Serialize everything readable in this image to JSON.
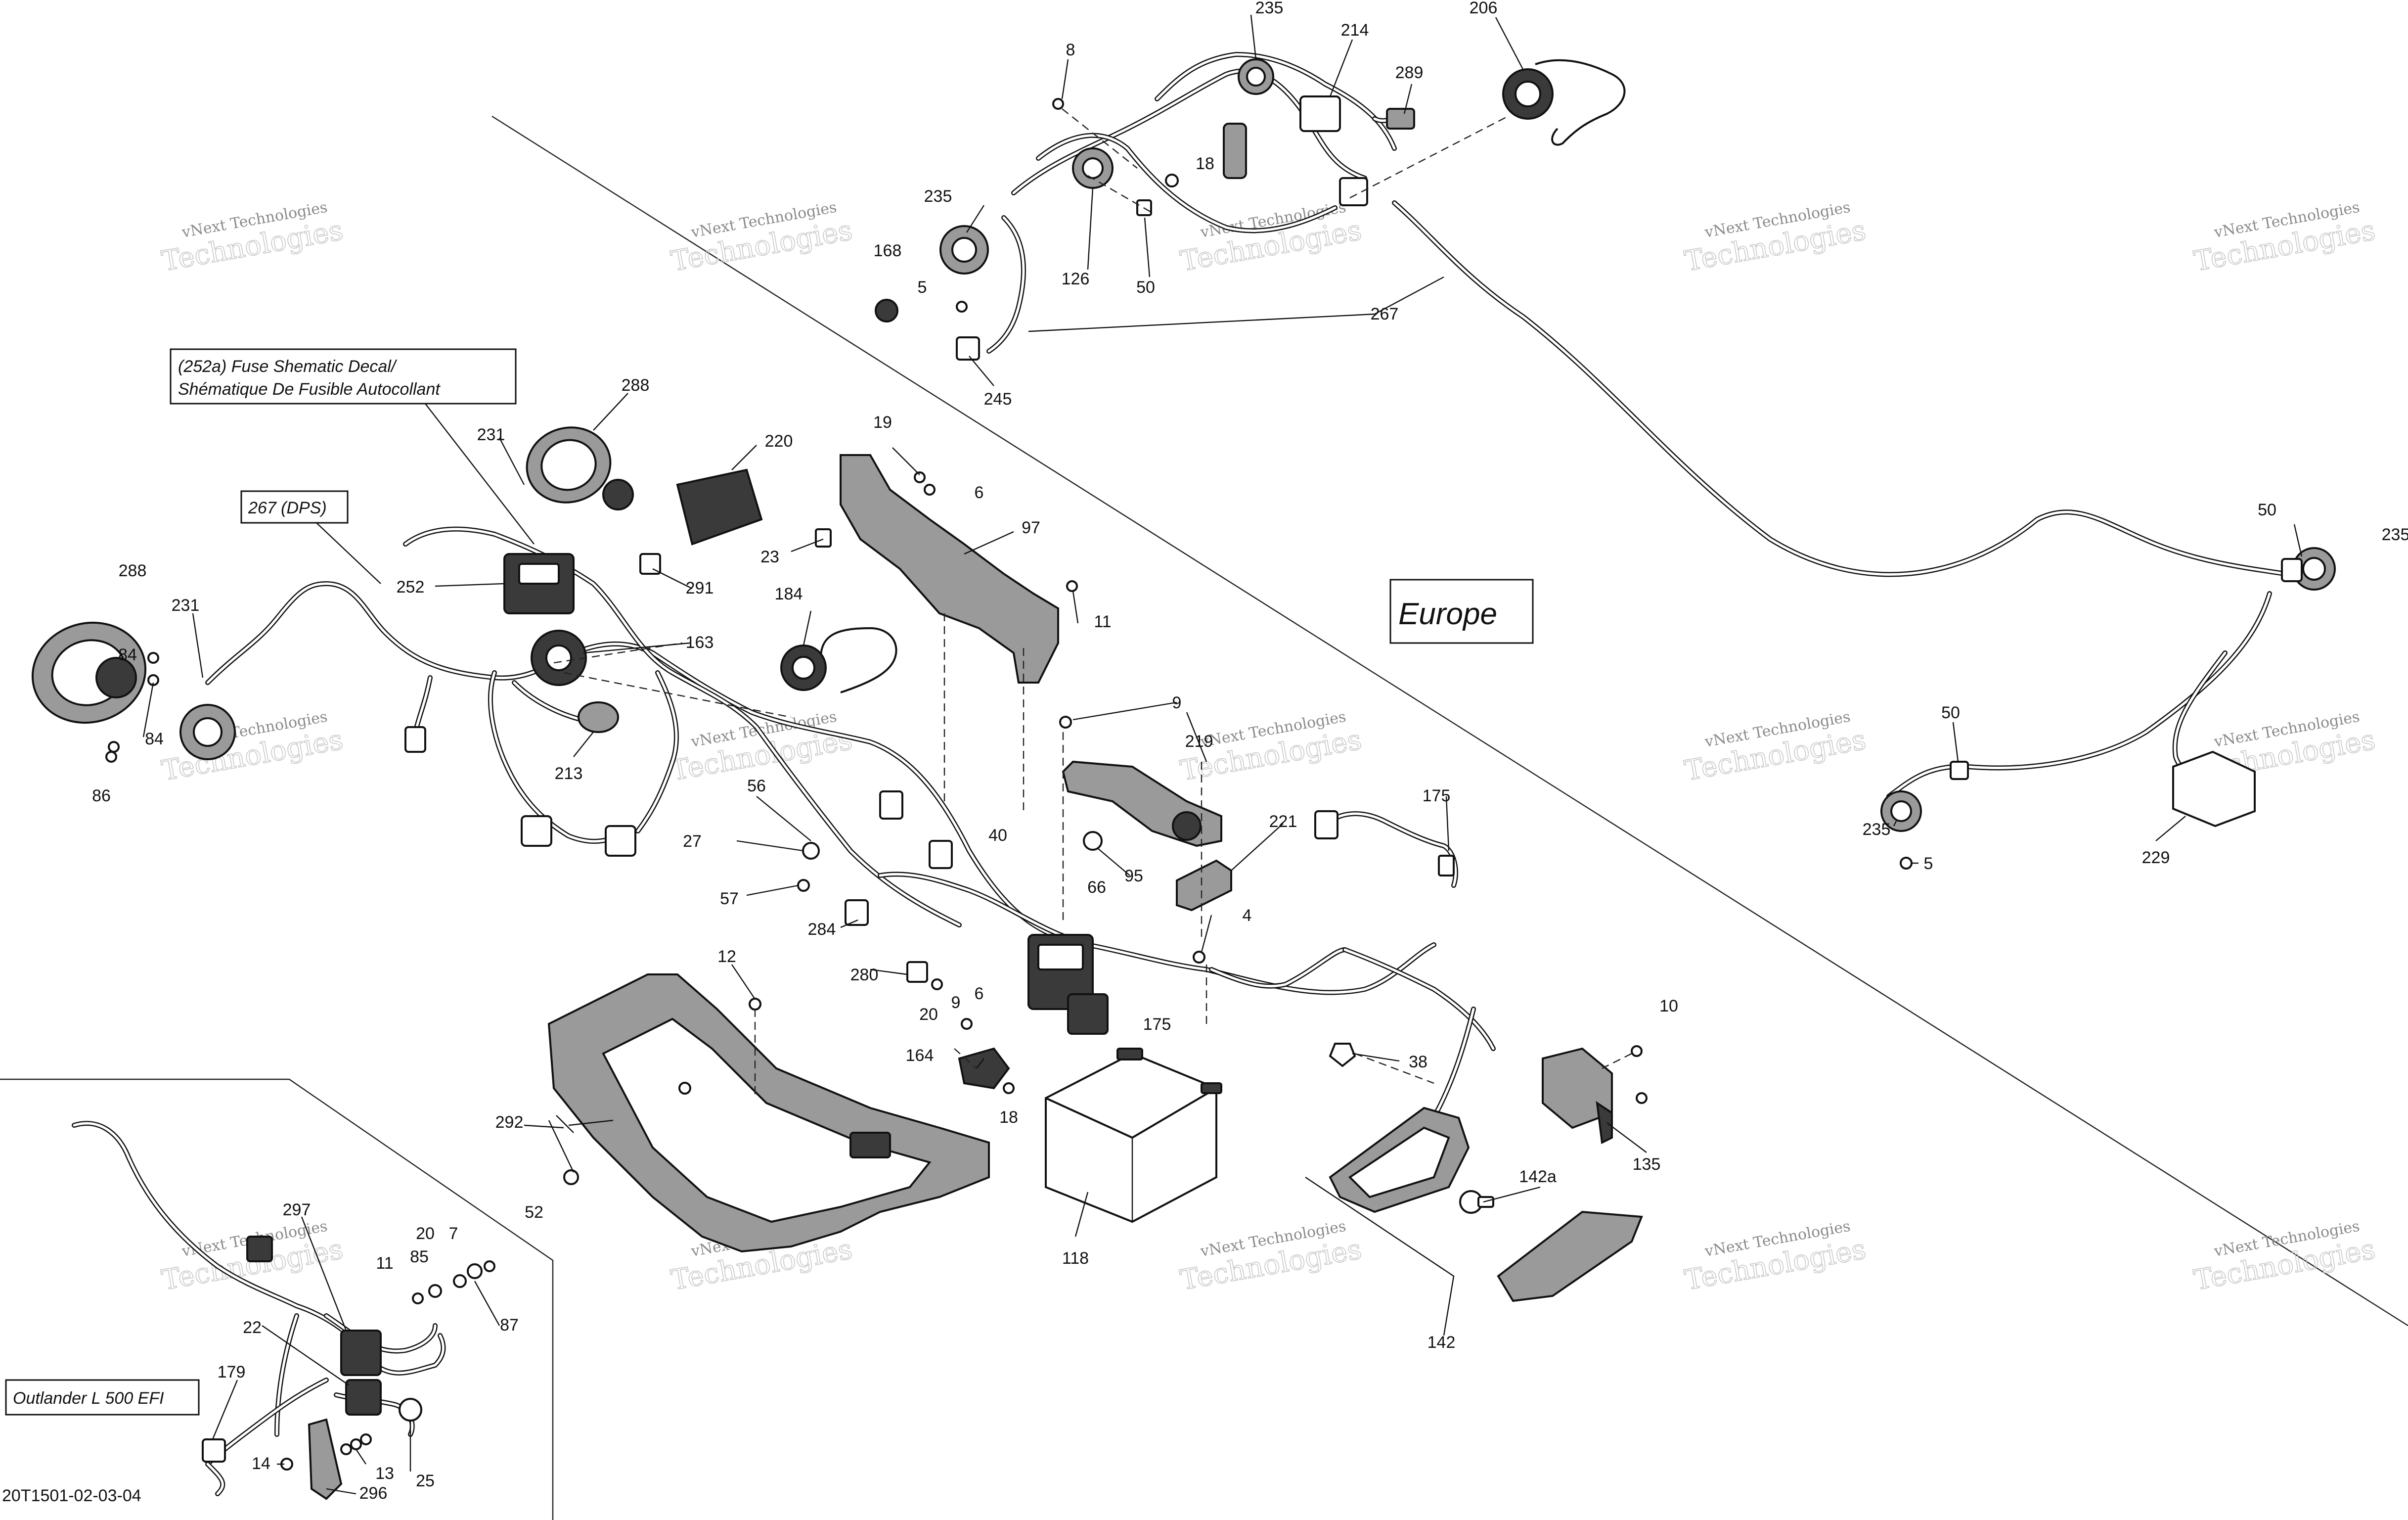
{
  "diagram": {
    "notes": {
      "fuse_decal_line1": "(252a) Fuse Shematic Decal/",
      "fuse_decal_line2": "Shématique De Fusible Autocollant",
      "dps": "267 (DPS)",
      "region": "Europe",
      "model": "Outlander L 500 EFI",
      "drawing_code": "20T1501-02-03-04"
    },
    "watermark": {
      "line1": "vNext Technologies",
      "line2": "Technologies"
    },
    "callouts": {
      "c235a": "235",
      "c214": "214",
      "c206": "206",
      "c8": "8",
      "c289": "289",
      "c18a": "18",
      "c235b": "235",
      "c168": "168",
      "c126": "126",
      "c50a": "50",
      "c5a": "5",
      "c267": "267",
      "c245": "245",
      "c288a": "288",
      "c231a": "231",
      "c220": "220",
      "c19": "19",
      "c6a": "6",
      "c97": "97",
      "c23": "23",
      "c252": "252",
      "c291": "291",
      "c184": "184",
      "c11a": "11",
      "c163": "163",
      "c288b": "288",
      "c231b": "231",
      "c84a": "84",
      "c84b": "84",
      "c86": "86",
      "c213": "213",
      "c9a": "9",
      "c219": "219",
      "c56": "56",
      "c175a": "175",
      "c221": "221",
      "c27": "27",
      "c40": "40",
      "c95": "95",
      "c57": "57",
      "c66": "66",
      "c4": "4",
      "c284": "284",
      "c12": "12",
      "c280": "280",
      "c6b": "6",
      "c20a": "20",
      "c9b": "9",
      "c175b": "175",
      "c164": "164",
      "c18b": "18",
      "c292": "292",
      "c52": "52",
      "c118": "118",
      "c38": "38",
      "c10": "10",
      "c135": "135",
      "c142a": "142a",
      "c142": "142",
      "c50b": "50",
      "c235c": "235",
      "c50c": "50",
      "c235d": "235",
      "c229": "229",
      "c5b": "5",
      "c297": "297",
      "c20b": "20",
      "c7": "7",
      "c11b": "11",
      "c85": "85",
      "c87": "87",
      "c22": "22",
      "c179": "179",
      "c14": "14",
      "c13": "13",
      "c25": "25",
      "c296": "296"
    }
  }
}
